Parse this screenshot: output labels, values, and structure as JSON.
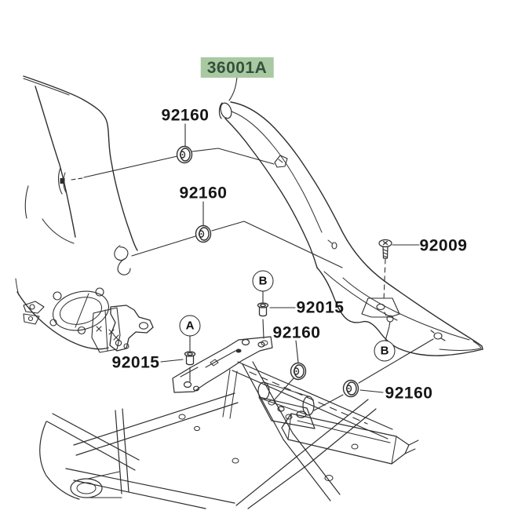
{
  "page": {
    "background": "#ffffff"
  },
  "diagram": {
    "selected_label": {
      "text": "36001A",
      "bg_color": "#a8c9a1",
      "text_color": "#33513c"
    },
    "labels": [
      {
        "id": "92160-top",
        "text": "92160"
      },
      {
        "id": "92160-mid",
        "text": "92160"
      },
      {
        "id": "92009-right",
        "text": "92009"
      },
      {
        "id": "92015-right",
        "text": "92015"
      },
      {
        "id": "92160-lower",
        "text": "92160"
      },
      {
        "id": "92015-left",
        "text": "92015"
      },
      {
        "id": "92160-bottom",
        "text": "92160"
      }
    ],
    "refs": [
      {
        "letter": "B"
      },
      {
        "letter": "A"
      },
      {
        "letter": "B"
      }
    ],
    "line_color": "#2e2e2e",
    "text_color": "#161616"
  }
}
